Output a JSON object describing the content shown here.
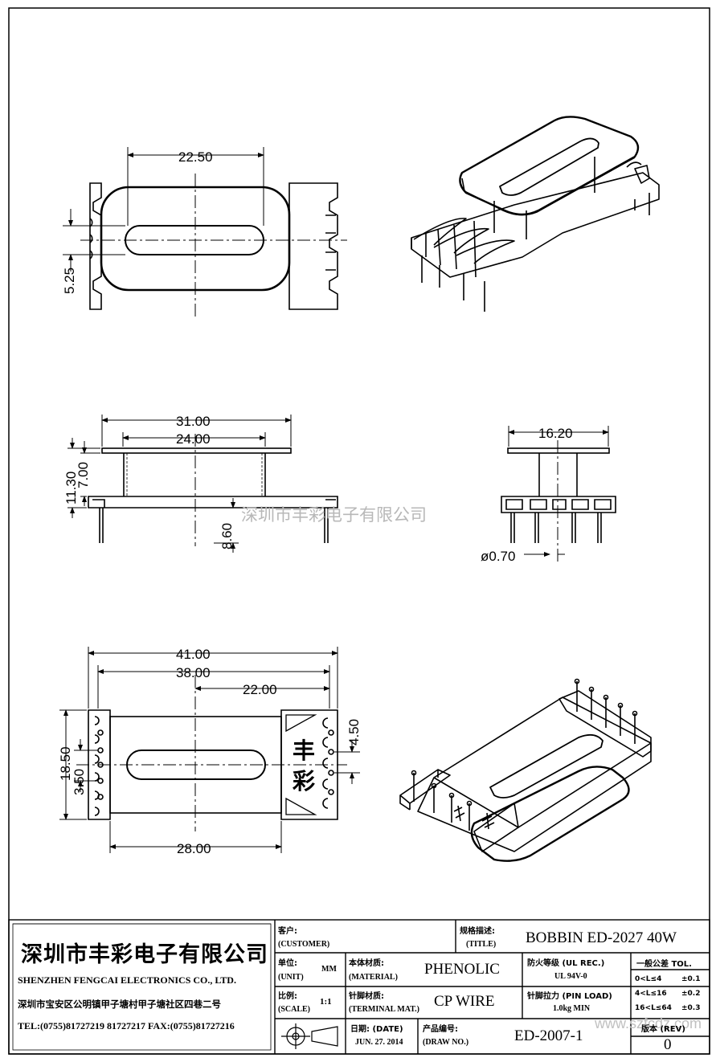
{
  "dimensions": {
    "top_width": "22.50",
    "top_slot_height": "5.25",
    "side_total_width": "31.00",
    "side_flange_width": "24.00",
    "side_total_height": "11.30",
    "side_core_height": "7.00",
    "side_pin_length": "8.60",
    "end_width": "16.20",
    "pin_diameter": "ø0.70",
    "bottom_total_width": "41.00",
    "bottom_inner_width": "38.00",
    "bottom_offset": "22.00",
    "bottom_body_width": "28.00",
    "bottom_height": "18.50",
    "bottom_pin_pitch": "3.50",
    "bottom_right_pitch": "4.50"
  },
  "marking": {
    "char1": "丰",
    "char2": "彩"
  },
  "watermark": "深圳市丰彩电子有限公司",
  "watermark_url": "www.szfcdz.com",
  "title_block": {
    "company_cn": "深圳市丰彩电子有限公司",
    "company_en": "SHENZHEN FENGCAI ELECTRONICS CO., LTD.",
    "address": "深圳市宝安区公明镇甲子塘村甲子塘社区四巷二号",
    "contact": "TEL:(0755)81727219  81727217   FAX:(0755)81727216",
    "customer_label_cn": "客户:",
    "customer_label_en": "(CUSTOMER)",
    "title_label_cn": "规格描述:",
    "title_label_en": "(TITLE)",
    "title_value": "BOBBIN ED-2027 40W",
    "unit_label_cn": "单位:",
    "unit_label_en": "(UNIT)",
    "unit_value": "MM",
    "material_label_cn": "本体材质:",
    "material_label_en": "(MATERIAL)",
    "material_value": "PHENOLIC",
    "flame_label": "防火等级 (UL REC.)",
    "flame_value": "UL 94V-0",
    "tolerance_label": "一般公差 TOL.",
    "tolerances": [
      {
        "range": "0<L≤4",
        "value": "±0.1"
      },
      {
        "range": "4<L≤16",
        "value": "±0.2"
      },
      {
        "range": "16<L≤64",
        "value": "±0.3"
      }
    ],
    "scale_label_cn": "比例:",
    "scale_label_en": "(SCALE)",
    "scale_value": "1:1",
    "terminal_label_cn": "针脚材质:",
    "terminal_label_en": "(TERMINAL MAT.)",
    "terminal_value": "CP WIRE",
    "pinload_label": "针脚拉力 (PIN LOAD)",
    "pinload_value": "1.0kg MIN",
    "date_label": "日期: (DATE)",
    "date_value": "JUN. 27. 2014",
    "drawno_label_cn": "产品编号:",
    "drawno_label_en": "(DRAW NO.)",
    "drawno_value": "ED-2007-1",
    "rev_label": "版本 (REV)",
    "rev_value": "0"
  }
}
